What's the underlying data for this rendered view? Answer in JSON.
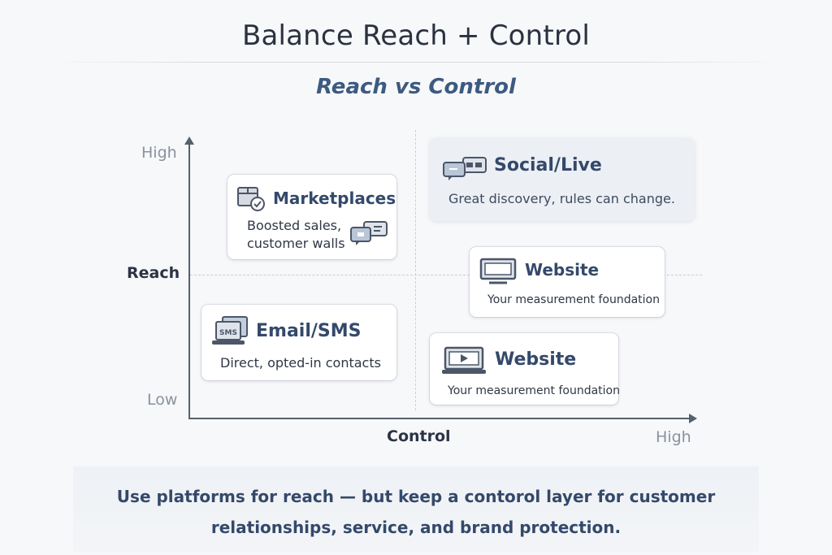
{
  "title": "Balance Reach + Control",
  "subtitle": "Reach vs Control",
  "axes": {
    "y_title": "Reach",
    "x_title": "Control",
    "y_high": "High",
    "y_low": "Low",
    "x_high": "High"
  },
  "cards": {
    "marketplaces": {
      "title": "Marketplaces",
      "desc_line1": "Boosted sales,",
      "desc_line2": "customer walls",
      "icon": "package-check-icon"
    },
    "social": {
      "title": "Social/Live",
      "desc": "Great discovery, rules can change.",
      "icon": "chat-bubbles-icon"
    },
    "website_upper": {
      "title": "Website",
      "desc": "Your measurement foundation",
      "icon": "monitor-icon"
    },
    "email": {
      "title": "Email/SMS",
      "desc": "Direct, opted-in contacts",
      "icon": "sms-laptop-icon"
    },
    "website_lower": {
      "title": "Website",
      "desc": "Your measurement foundation",
      "icon": "video-laptop-icon"
    }
  },
  "footer": {
    "line1": "Use platforms for reach — but keep a contorol layer for customer",
    "line2": "relationships, service, and brand protection."
  },
  "colors": {
    "accent": "#3d5a80",
    "axis": "#55606f",
    "text": "#2b3444"
  }
}
